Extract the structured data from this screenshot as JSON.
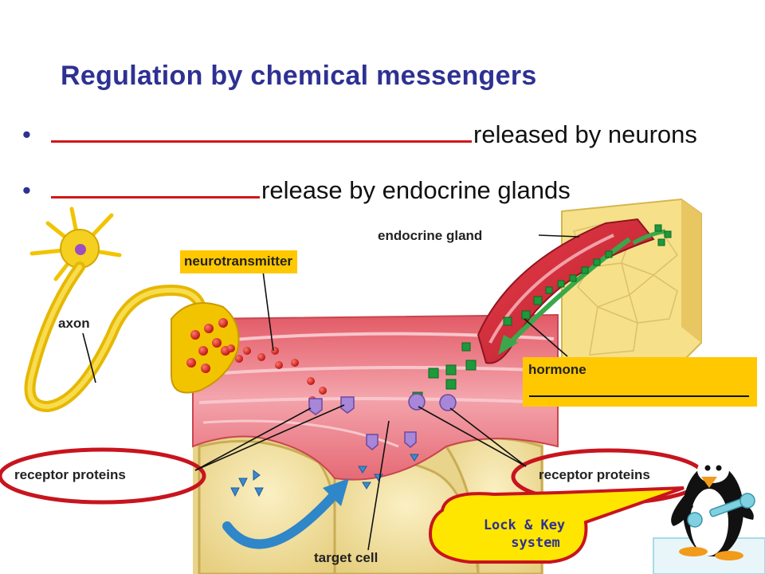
{
  "slide": {
    "title": "Regulation by chemical messengers",
    "bullets": [
      {
        "bullet": "•",
        "text": "released by neurons"
      },
      {
        "bullet": "•",
        "text": "release by endocrine glands"
      }
    ]
  },
  "labels": {
    "axon": "axon",
    "neurotransmitter": "neurotransmitter",
    "endocrine_gland": "endocrine gland",
    "hormone": "hormone",
    "receptor_left": "receptor proteins",
    "receptor_right": "receptor proteins",
    "target_cell": "target cell",
    "bubble_line1": "Lock & Key",
    "bubble_line2": "system"
  },
  "colors": {
    "title": "#2e3192",
    "blank_line": "#d01818",
    "label_box": "#ffc800",
    "ellipse": "#c8141e",
    "muscle": "#e8707a",
    "neuron": "#f2c400",
    "endocrine": "#f7e08a",
    "target_cell": "#f3e3a6",
    "hormone_particle": "#1d9a3a",
    "neurotransmitter_particle": "#c81414",
    "bubble": "#ffe600"
  },
  "icons": [
    "neuron-cell-icon",
    "penguin-mascot-icon",
    "wrench-icon"
  ]
}
